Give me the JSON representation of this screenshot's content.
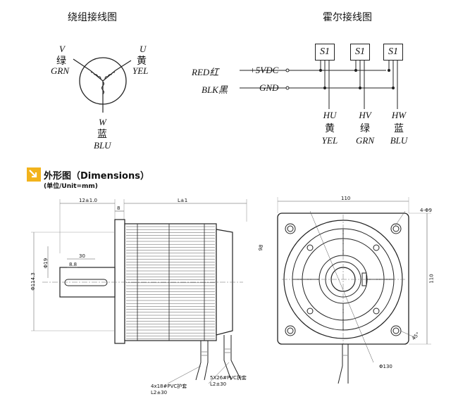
{
  "winding": {
    "title": "绕组接线图",
    "v": {
      "letter": "V",
      "cn": "绿",
      "en": "GRN"
    },
    "u": {
      "letter": "U",
      "cn": "黄",
      "en": "YEL"
    },
    "w": {
      "letter": "W",
      "cn": "蓝",
      "en": "BLU"
    }
  },
  "hall": {
    "title": "霍尔接线图",
    "red_label": "RED红",
    "vdc_label": "+5VDC",
    "blk_label": "BLK黑",
    "gnd_label": "GND",
    "sensors": [
      "S1",
      "S1",
      "S1"
    ],
    "outputs": [
      {
        "code": "HU",
        "cn": "黄",
        "en": "YEL"
      },
      {
        "code": "HV",
        "cn": "绿",
        "en": "GRN"
      },
      {
        "code": "HW",
        "cn": "蓝",
        "en": "BLU"
      }
    ]
  },
  "dimensions": {
    "heading": "外形图（Dimensions）",
    "unit": "(单位/Unit=mm)",
    "dims": {
      "d_12": "12±1.0",
      "d_8": "8",
      "d_len": "L±1",
      "d_30": "30",
      "d_8b": "8.8",
      "d_shaft": "Φ19",
      "d_pilot": "Φ114.3",
      "d_110": "110",
      "d_holes": "4-Φ9",
      "d_130": "Φ130",
      "d_side": "110",
      "d_98": "98",
      "d_45": "45°"
    },
    "cable1": {
      "line1": "4x18#PVC护套",
      "line2": "L2±30"
    },
    "cable2": {
      "line1": "5X26#PVC护套",
      "line2": "L2±30"
    }
  },
  "colors": {
    "accent": "#f2b31c",
    "line": "#222222",
    "dim": "#555555"
  }
}
